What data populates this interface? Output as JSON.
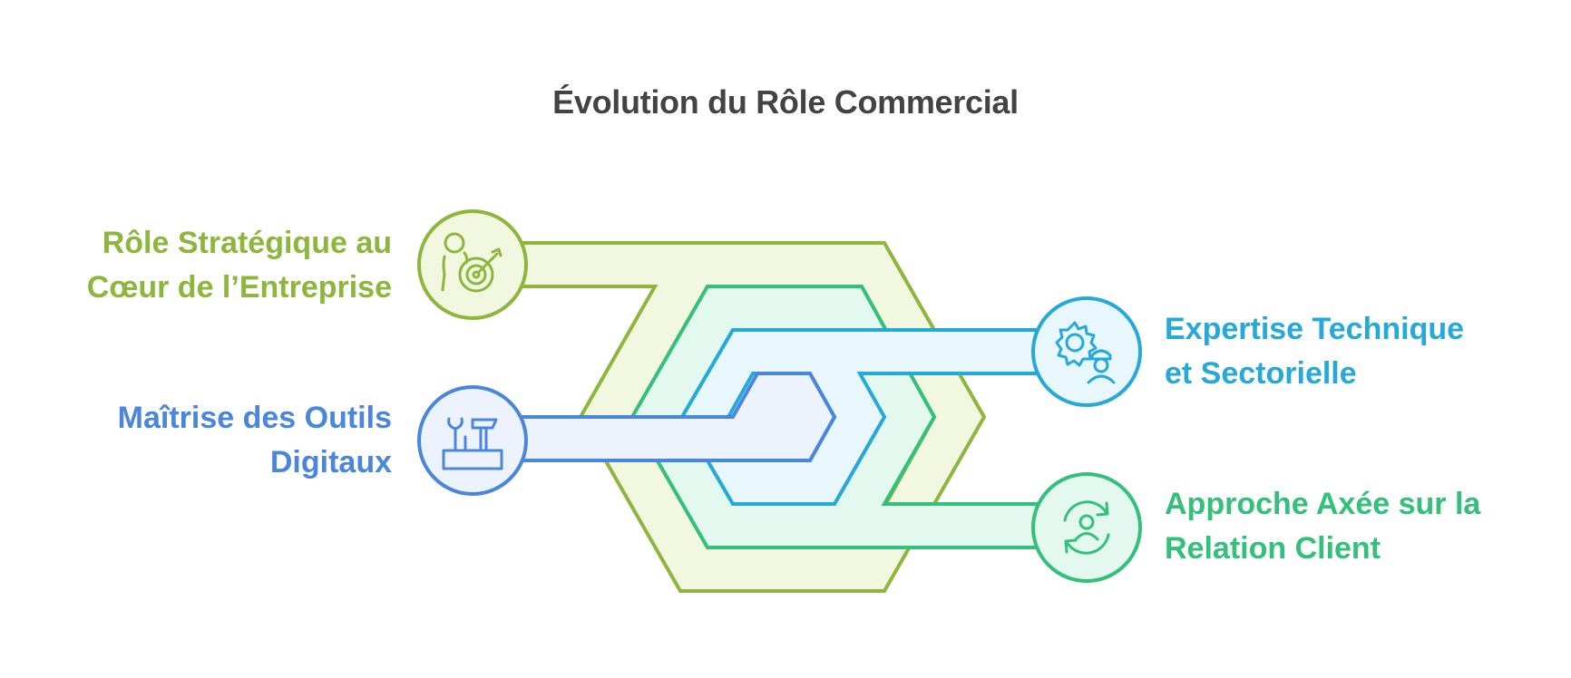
{
  "title": "Évolution du Rôle Commercial",
  "items": [
    {
      "line1": "Rôle Stratégique au",
      "line2": "Cœur de l’Entreprise",
      "color": "#8DB63C",
      "fill": "#F2F8E0",
      "icon": "user-target-icon"
    },
    {
      "line1": "Maîtrise des Outils",
      "line2": "Digitaux",
      "color": "#4A85DE",
      "fill": "#EDF3FC",
      "icon": "toolbox-icon"
    },
    {
      "line1": "Expertise Technique",
      "line2": "et Sectorielle",
      "color": "#26A9D9",
      "fill": "#E7F7FC",
      "icon": "gear-worker-icon"
    },
    {
      "line1": "Approche Axée sur la",
      "line2": "Relation Client",
      "color": "#33C07A",
      "fill": "#E3F8EE",
      "icon": "refresh-user-icon"
    }
  ]
}
